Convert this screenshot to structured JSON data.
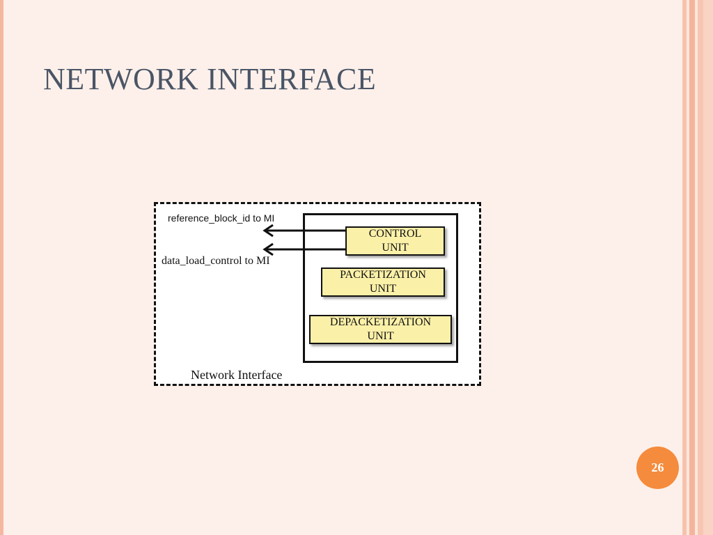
{
  "slide": {
    "title": "NETWORK INTERFACE",
    "page_number": "26"
  },
  "diagram": {
    "container_label": "Network Interface",
    "signals": {
      "reference_block_id": "reference_block_id to MI",
      "data_load_control": "data_load_control to MI"
    },
    "units": {
      "control_line1": "CONTROL",
      "control_line2": "UNIT",
      "packetization_line1": "PACKETIZATION",
      "packetization_line2": "UNIT",
      "depacketization_line1": "DEPACKETIZATION",
      "depacketization_line2": "UNIT"
    }
  },
  "colors": {
    "background_panel": "#fdf0ea",
    "stripe": "#f4b8a0",
    "title_text": "#4a5566",
    "unit_fill": "#fbf0a8",
    "page_badge": "#f58b3c"
  }
}
